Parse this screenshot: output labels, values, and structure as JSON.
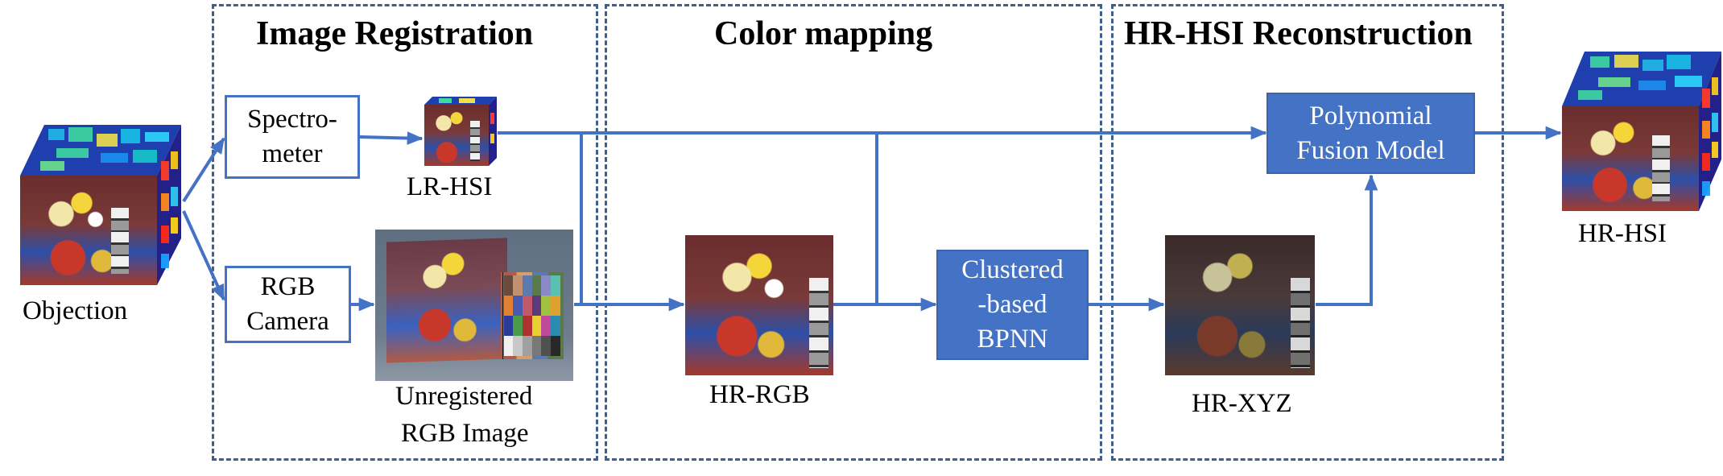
{
  "panels": {
    "registration": "Image Registration",
    "color_mapping": "Color mapping",
    "reconstruction": "HR-HSI Reconstruction"
  },
  "labels": {
    "objection": "Objection",
    "lr_hsi": "LR-HSI",
    "unregistered_line1": "Unregistered",
    "unregistered_line2": "RGB Image",
    "hr_rgb": "HR-RGB",
    "hr_xyz": "HR-XYZ",
    "hr_hsi": "HR-HSI"
  },
  "boxes": {
    "spectrometer_line1": "Spectro-",
    "spectrometer_line2": "meter",
    "rgb_camera_line1": "RGB",
    "rgb_camera_line2": "Camera",
    "clustered_line1": "Clustered",
    "clustered_line2": "-based",
    "clustered_line3": "BPNN",
    "fusion_line1": "Polynomial",
    "fusion_line2": "Fusion Model"
  },
  "colors": {
    "arrow": "#4472c4",
    "box_fill": "#4472c4",
    "dash": "#3f5f8f"
  }
}
